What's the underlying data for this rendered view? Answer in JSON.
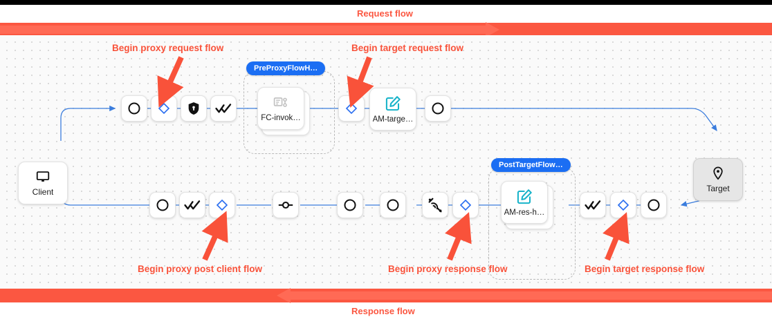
{
  "banners": {
    "request": {
      "label": "Request flow",
      "direction": "right",
      "color": "#fb5741"
    },
    "response": {
      "label": "Response flow",
      "direction": "left",
      "color": "#fb5741"
    }
  },
  "endpoints": {
    "client": {
      "label": "Client",
      "icon": "monitor-icon"
    },
    "target": {
      "label": "Target",
      "icon": "location-pin-icon"
    }
  },
  "annotations": [
    {
      "id": "begin-proxy-request-flow",
      "text": "Begin proxy request flow"
    },
    {
      "id": "begin-target-request-flow",
      "text": "Begin target request flow"
    },
    {
      "id": "begin-proxy-post-client-flow",
      "text": "Begin proxy post client flow"
    },
    {
      "id": "begin-proxy-response-flow",
      "text": "Begin proxy response flow"
    },
    {
      "id": "begin-target-response-flow",
      "text": "Begin target response flow"
    }
  ],
  "groups": [
    {
      "id": "preproxyflowhook",
      "chip": "PreProxyFlowH…"
    },
    {
      "id": "posttargetflowhook",
      "chip": "PostTargetFlow…"
    }
  ],
  "request_row": [
    {
      "id": "rq-1",
      "icon": "circle-outline-icon",
      "label": ""
    },
    {
      "id": "rq-2",
      "icon": "diamond-icon",
      "label": ""
    },
    {
      "id": "rq-3",
      "icon": "shield-lock-icon",
      "label": ""
    },
    {
      "id": "rq-4",
      "icon": "double-check-icon",
      "label": ""
    },
    {
      "id": "rq-5",
      "icon": "script-flow-icon",
      "label": "FC-invok…"
    },
    {
      "id": "rq-6",
      "icon": "diamond-icon",
      "label": ""
    },
    {
      "id": "rq-7",
      "icon": "edit-square-icon",
      "label": "AM-targe…"
    },
    {
      "id": "rq-8",
      "icon": "circle-outline-icon",
      "label": ""
    }
  ],
  "response_row": [
    {
      "id": "rs-1",
      "icon": "circle-outline-icon",
      "label": ""
    },
    {
      "id": "rs-2",
      "icon": "double-check-icon",
      "label": ""
    },
    {
      "id": "rs-3",
      "icon": "diamond-icon",
      "label": ""
    },
    {
      "id": "rs-4",
      "icon": "node-link-icon",
      "label": ""
    },
    {
      "id": "rs-5",
      "icon": "circle-outline-icon",
      "label": ""
    },
    {
      "id": "rs-6",
      "icon": "circle-outline-icon",
      "label": ""
    },
    {
      "id": "rs-7",
      "icon": "satellite-signal-icon",
      "label": ""
    },
    {
      "id": "rs-8",
      "icon": "diamond-icon",
      "label": ""
    },
    {
      "id": "rs-9",
      "icon": "edit-square-icon",
      "label": "AM-res-h…"
    },
    {
      "id": "rs-10",
      "icon": "double-check-icon",
      "label": ""
    },
    {
      "id": "rs-11",
      "icon": "diamond-icon",
      "label": ""
    },
    {
      "id": "rs-12",
      "icon": "circle-outline-icon",
      "label": ""
    }
  ],
  "colors": {
    "accent_red": "#fb5741",
    "wire_blue": "#3b7ddd",
    "diamond_blue": "#2a6ef0",
    "chip_blue": "#1b6ef3",
    "icon_teal": "#17b3c9",
    "canvas": "#fafafa"
  }
}
